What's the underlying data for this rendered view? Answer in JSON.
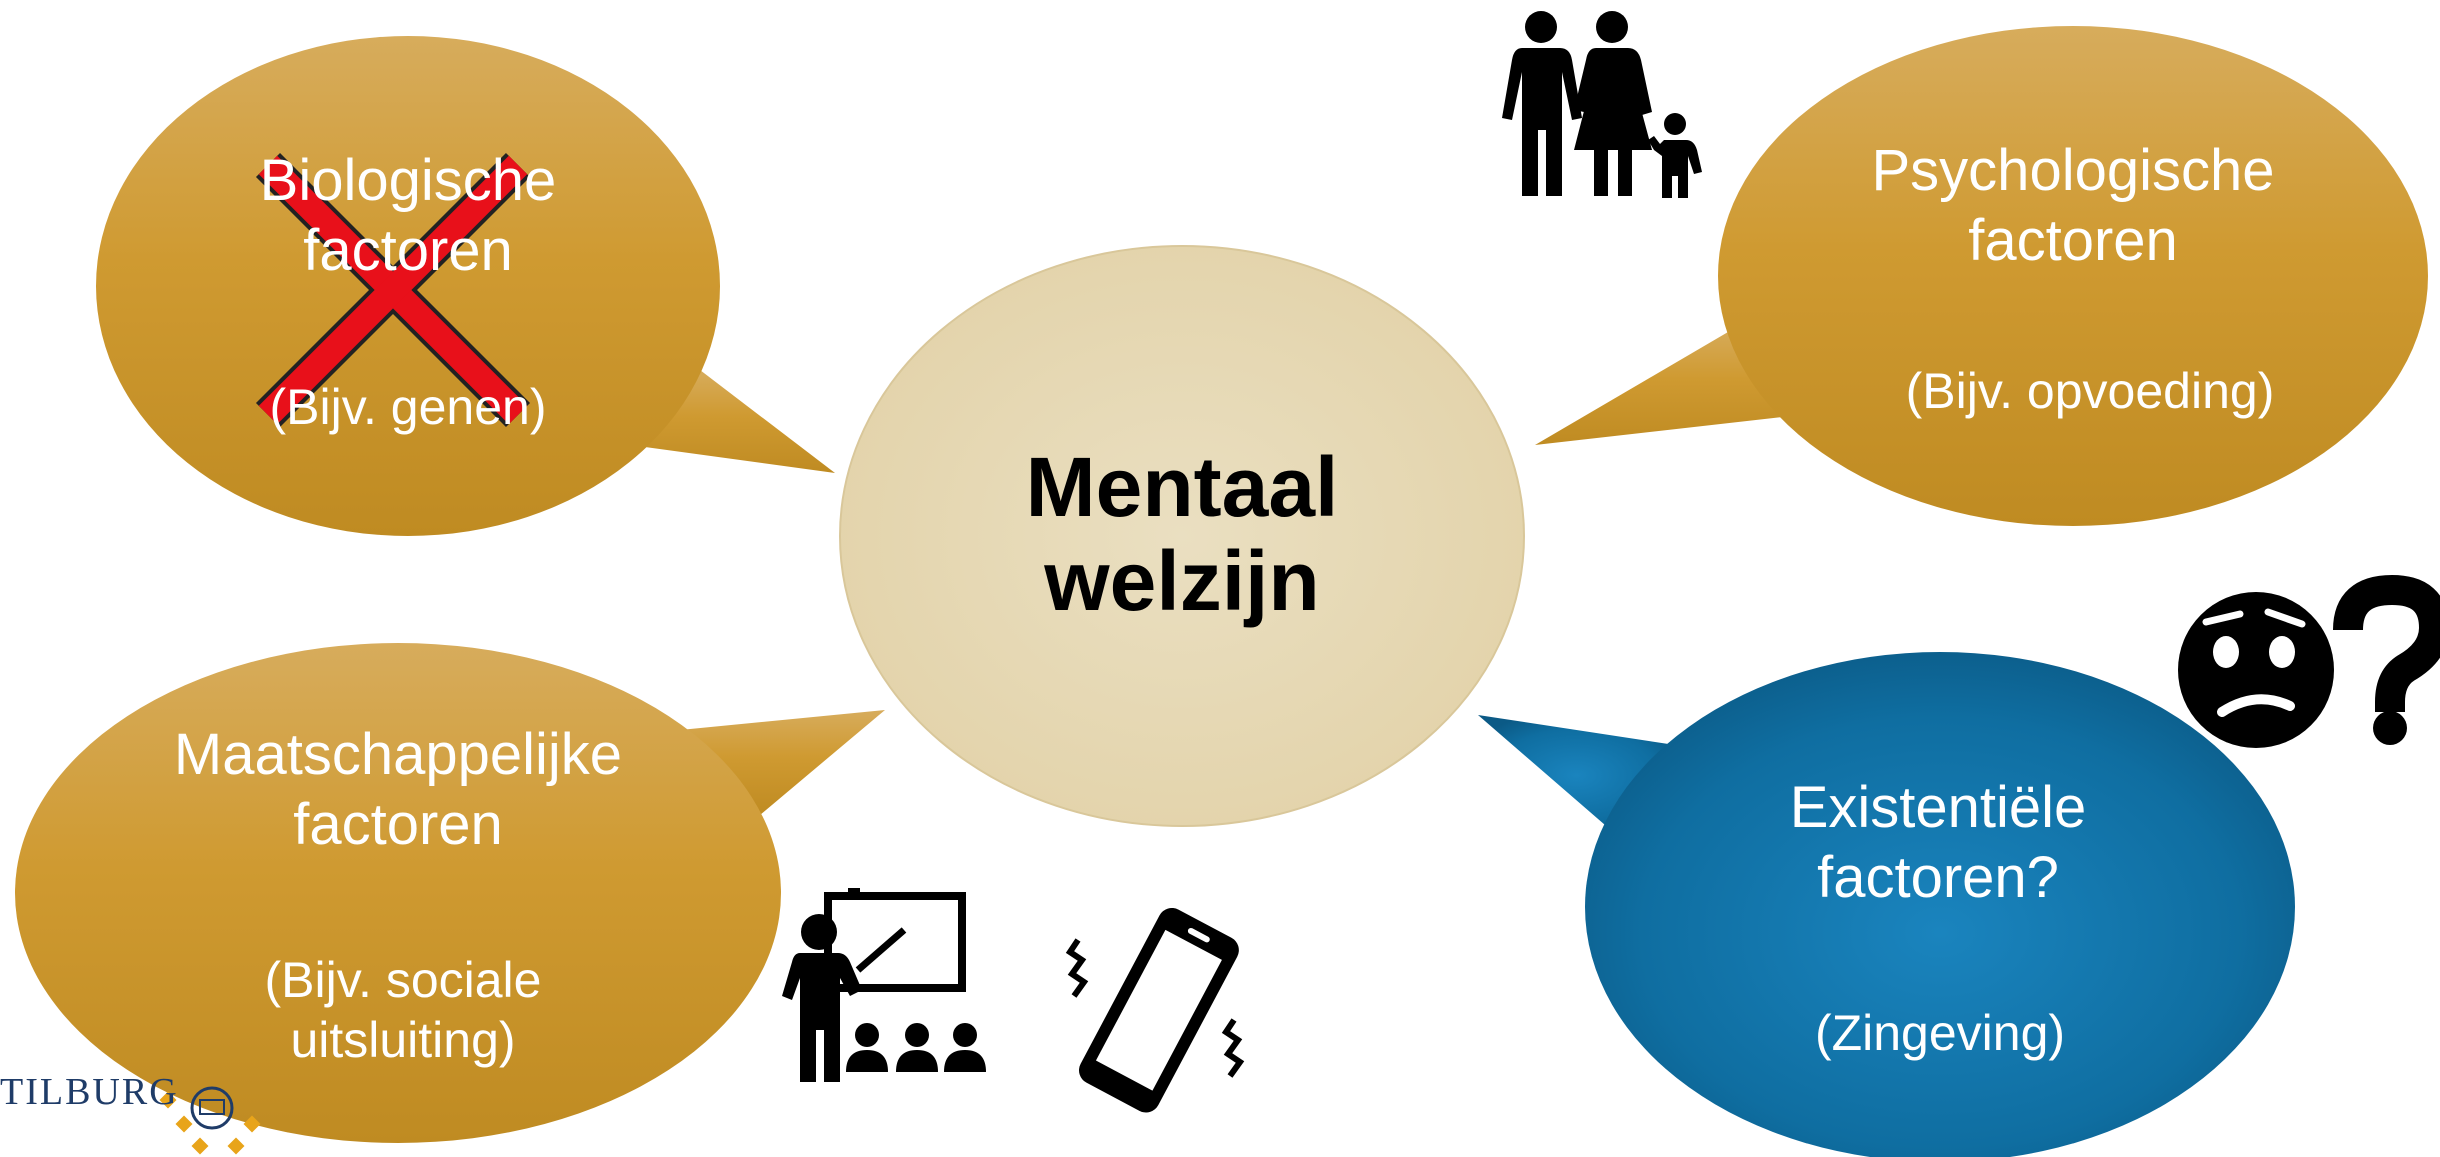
{
  "center": {
    "title_line1": "Mentaal",
    "title_line2": "welzijn"
  },
  "bubbles": {
    "biological": {
      "title_line1": "Biologische",
      "title_line2": "factoren",
      "example": "(Bijv. genen)",
      "crossed_out": true
    },
    "psychological": {
      "title_line1": "Psychologische",
      "title_line2": "factoren",
      "example": "(Bijv. opvoeding)"
    },
    "social": {
      "title_line1": "Maatschappelijke",
      "title_line2": "factoren",
      "example_line1": "(Bijv. sociale",
      "example_line2": "uitsluiting)"
    },
    "existential": {
      "title_line1": "Existentiële",
      "title_line2": "factoren?",
      "example": "(Zingeving)"
    }
  },
  "icons": [
    "family-icon",
    "confused-face-icon",
    "question-mark-icon",
    "teacher-class-icon",
    "vibrating-phone-icon",
    "red-cross-icon"
  ],
  "logo": {
    "text": "TILBURG"
  },
  "colors": {
    "gold_bubble": "#C8942C",
    "center_fill": "#E9DCB8",
    "blue_bubble": "#1B76A8",
    "cross": "#E8101A"
  }
}
